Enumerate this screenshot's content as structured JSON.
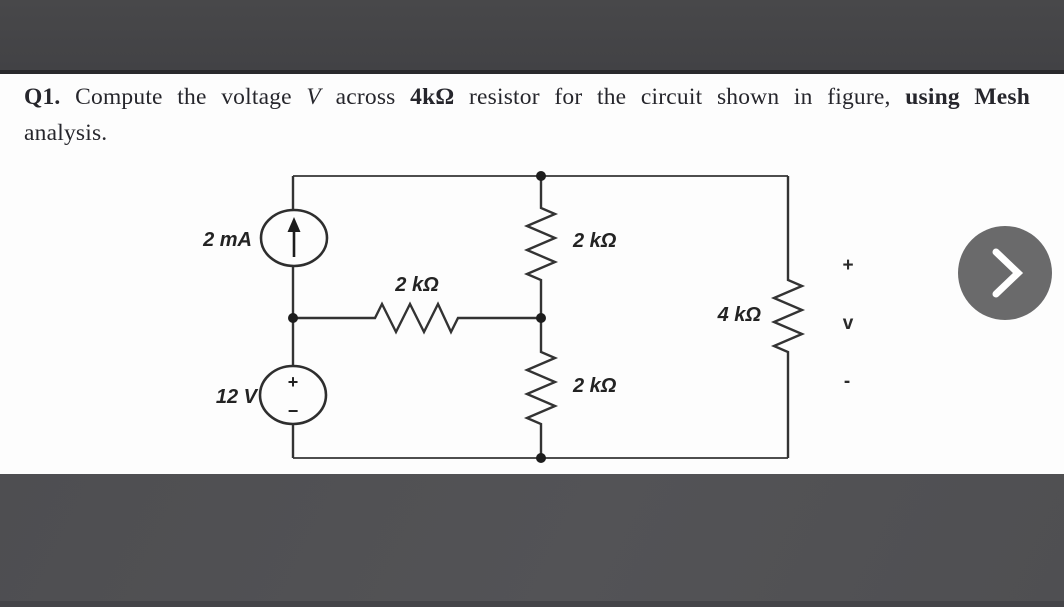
{
  "question": {
    "label": "Q1.",
    "part1": " Compute the voltage ",
    "v_var": "V",
    "part2": " across ",
    "bold_resistor": "4kΩ",
    "part3": " resistor for the circuit shown in figure, ",
    "bold_phrase": "using Mesh",
    "line2": "analysis."
  },
  "circuit": {
    "current_source_label": "2 mA",
    "voltage_source_label": "12 V",
    "source_plus": "+",
    "source_minus": "−",
    "resistor_top_mid_label": "2 kΩ",
    "resistor_horizontal_label": "2 kΩ",
    "resistor_bottom_mid_label": "2 kΩ",
    "resistor_right_label": "4 kΩ",
    "v_plus": "+",
    "v_label": "v",
    "v_minus": "-"
  },
  "controls": {
    "next_icon": "chevron-right"
  },
  "colors": {
    "chrome_bar": "#48484a",
    "page_background": "#fdfdfd",
    "next_button": "#6a6a6b",
    "ink": "#26262c"
  }
}
